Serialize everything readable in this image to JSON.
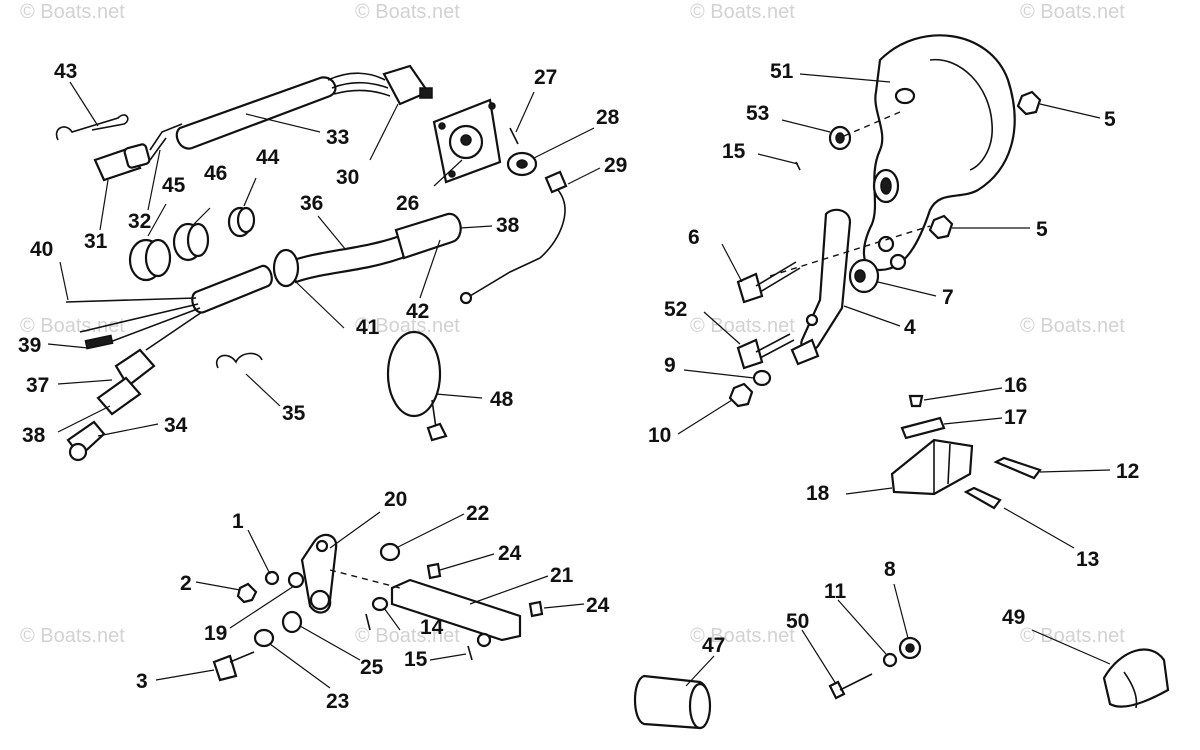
{
  "watermark": "© Boats.net",
  "callouts": {
    "c1": "1",
    "c2": "2",
    "c3": "3",
    "c4": "4",
    "c5a": "5",
    "c5b": "5",
    "c6": "6",
    "c7": "7",
    "c8": "8",
    "c9": "9",
    "c10": "10",
    "c11": "11",
    "c12": "12",
    "c13": "13",
    "c14": "14",
    "c15a": "15",
    "c15b": "15",
    "c16": "16",
    "c17": "17",
    "c18": "18",
    "c19": "19",
    "c20": "20",
    "c21": "21",
    "c22": "22",
    "c23": "23",
    "c24a": "24",
    "c24b": "24",
    "c25": "25",
    "c26": "26",
    "c27": "27",
    "c28": "28",
    "c29": "29",
    "c30": "30",
    "c31": "31",
    "c32": "32",
    "c33": "33",
    "c34": "34",
    "c35": "35",
    "c36": "36",
    "c37": "37",
    "c38a": "38",
    "c38b": "38",
    "c39": "39",
    "c40": "40",
    "c41": "41",
    "c42": "42",
    "c43": "43",
    "c44": "44",
    "c45": "45",
    "c46": "46",
    "c47": "47",
    "c48": "48",
    "c49": "49",
    "c50": "50",
    "c51": "51",
    "c52": "52",
    "c53": "53"
  }
}
